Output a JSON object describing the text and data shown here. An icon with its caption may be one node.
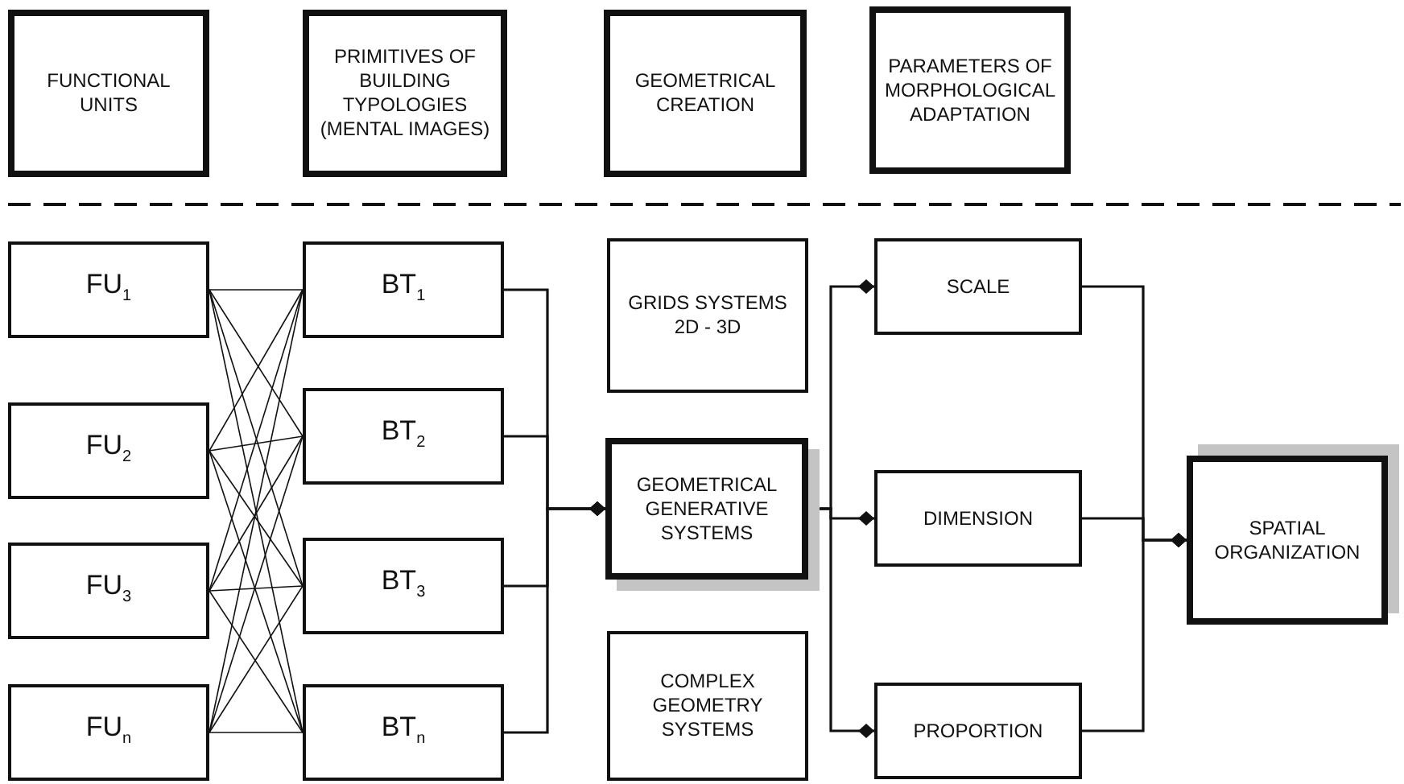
{
  "diagram": {
    "nodes": [
      {
        "text": [
          "FUNCTIONAL UNITS"
        ]
      },
      {
        "text": [
          "PRIMITIVES OF BUILDING TYPOLOGIES (MENTAL IMAGES)"
        ]
      },
      {
        "text": [
          "GEOMETRICAL CREATION"
        ]
      },
      {
        "text": [
          "PARAMETERS OF MORPHOLOGICAL ADAPTATION"
        ]
      },
      {
        "text": [
          "FU$_{1}$"
        ]
      },
      {
        "text": [
          "FU$_{2}$"
        ]
      },
      {
        "text": [
          "FU$_{3}$"
        ]
      },
      {
        "text": [
          "FU$_{n}$"
        ]
      },
      {
        "text": [
          "BT$_{1}$"
        ]
      },
      {
        "text": [
          "BT$_{2}$"
        ]
      },
      {
        "text": [
          "BT$_{3}$"
        ]
      },
      {
        "text": [
          "BT$_{n}$"
        ]
      },
      {
        "text": [
          "GRIDS SYSTEMS 2D - 3D"
        ]
      },
      {
        "text": [
          "GEOMETRICAL GENERATIVE SYSTEMS"
        ]
      },
      {
        "text": [
          "COMPLEX GEOMETRY SYSTEMS"
        ]
      },
      {
        "text": [
          "SCALE"
        ]
      },
      {
        "text": [
          "DIMENSION"
        ]
      },
      {
        "text": [
          "PROPORTION"
        ]
      },
      {
        "text": [
          "SPATIAL ORGANIZATION"
        ]
      }
    ],
    "edges": [
      {
        "from": 4,
        "to": 8,
        "arrow": "none"
      },
      {
        "from": 4,
        "to": 9,
        "arrow": "none"
      },
      {
        "from": 4,
        "to": 10,
        "arrow": "none"
      },
      {
        "from": 4,
        "to": 11,
        "arrow": "none"
      },
      {
        "from": 5,
        "to": 8,
        "arrow": "none"
      },
      {
        "from": 5,
        "to": 9,
        "arrow": "none"
      },
      {
        "from": 5,
        "to": 10,
        "arrow": "none"
      },
      {
        "from": 5,
        "to": 11,
        "arrow": "none"
      },
      {
        "from": 6,
        "to": 8,
        "arrow": "none"
      },
      {
        "from": 6,
        "to": 9,
        "arrow": "none"
      },
      {
        "from": 6,
        "to": 10,
        "arrow": "none"
      },
      {
        "from": 6,
        "to": 11,
        "arrow": "none"
      },
      {
        "from": 7,
        "to": 8,
        "arrow": "none"
      },
      {
        "from": 7,
        "to": 9,
        "arrow": "none"
      },
      {
        "from": 7,
        "to": 10,
        "arrow": "none"
      },
      {
        "from": 7,
        "to": 11,
        "arrow": "none"
      },
      {
        "from": 8,
        "to": 13,
        "arrow": "other"
      },
      {
        "from": 9,
        "to": 13,
        "arrow": "other"
      },
      {
        "from": 10,
        "to": 13,
        "arrow": "other"
      },
      {
        "from": 11,
        "to": 13,
        "arrow": "other"
      },
      {
        "from": 13,
        "to": 15,
        "arrow": "other"
      },
      {
        "from": 13,
        "to": 16,
        "arrow": "other"
      },
      {
        "from": 13,
        "to": 17,
        "arrow": "other"
      },
      {
        "from": 15,
        "to": 18,
        "arrow": "other"
      },
      {
        "from": 16,
        "to": 18,
        "arrow": "other"
      },
      {
        "from": 17,
        "to": 18,
        "arrow": "other"
      }
    ]
  }
}
